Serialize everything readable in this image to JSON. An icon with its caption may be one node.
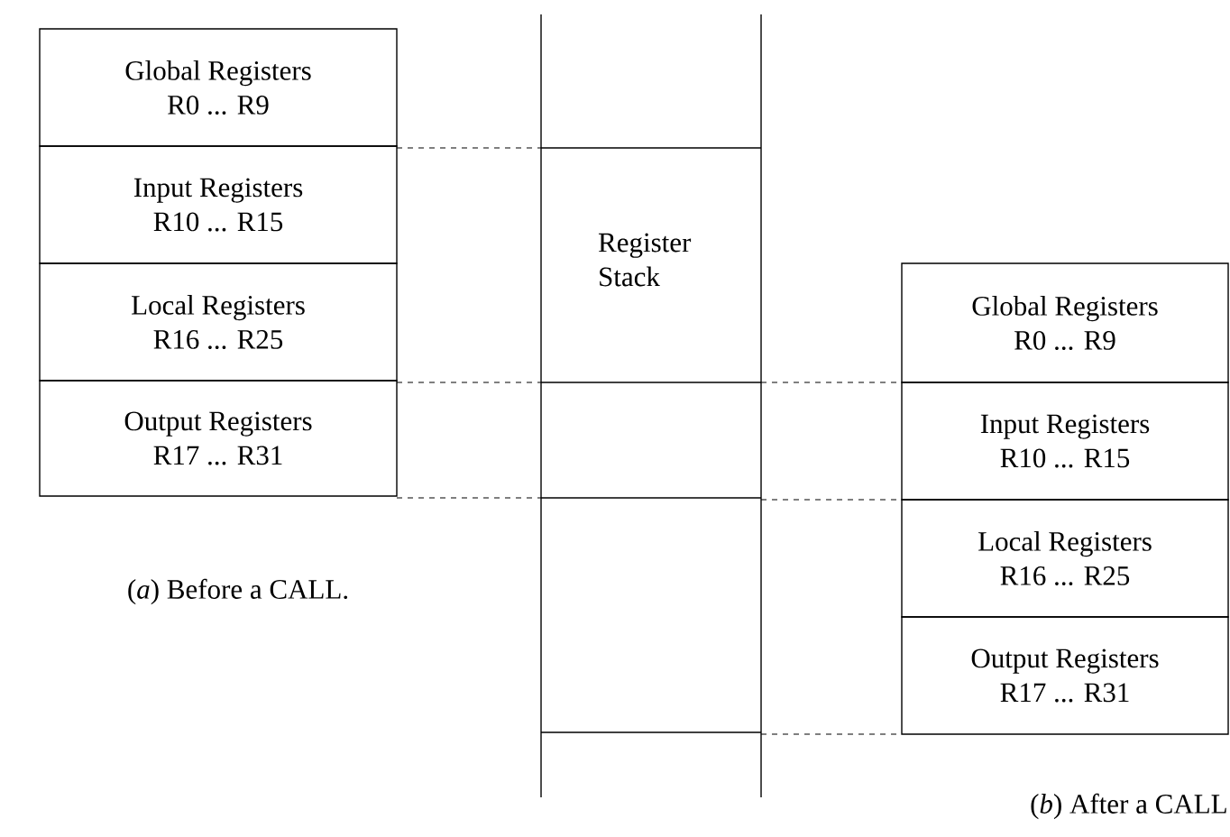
{
  "diagram": {
    "nodes": [
      {
        "text": [
          "Global Registers",
          "R0 ... R9"
        ]
      },
      {
        "text": [
          "Input Registers",
          "R10 ... R15"
        ]
      },
      {
        "text": [
          "Local Registers",
          "R16 ... R25"
        ]
      },
      {
        "text": [
          "Output Registers",
          "R17 ... R31"
        ]
      },
      {
        "text": [
          "Global Registers",
          "R0 ... R9"
        ]
      },
      {
        "text": [
          "Input Registers",
          "R10 ... R15"
        ]
      },
      {
        "text": [
          "Local Registers",
          "R16 ... R25"
        ]
      },
      {
        "text": [
          "Output Registers",
          "R17 ... R31"
        ]
      }
    ],
    "labels": [
      "Register Stack",
      "(*a*) Before a CALL.",
      "(*b*) After a CALL"
    ]
  }
}
